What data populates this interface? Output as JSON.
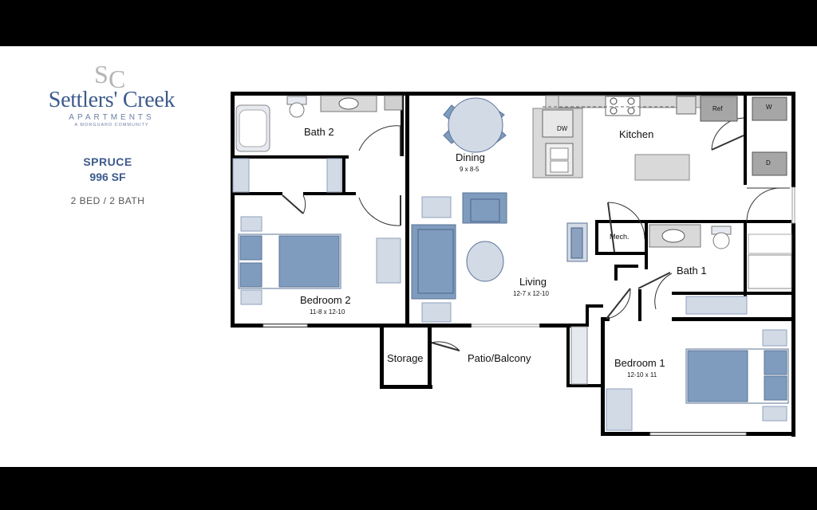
{
  "brand": {
    "monogram": "SC",
    "name": "Settlers' Creek",
    "subtitle": "APARTMENTS",
    "tagline": "A MORGUARD COMMUNITY"
  },
  "plan": {
    "name": "SPRUCE",
    "area": "996 SF",
    "beds_baths": "2 BED / 2 BATH"
  },
  "rooms": {
    "bath2": "Bath 2",
    "dining": "Dining",
    "dining_dim": "9 x 8-5",
    "kitchen": "Kitchen",
    "dw": "DW",
    "ref": "Ref",
    "washer": "W",
    "dryer": "D",
    "mech": "Mech.",
    "bath1": "Bath 1",
    "living": "Living",
    "living_dim": "12-7 x 12-10",
    "bedroom2": "Bedroom 2",
    "bedroom2_dim": "11-8 x 12-10",
    "storage": "Storage",
    "patio": "Patio/Balcony",
    "bedroom1": "Bedroom 1",
    "bedroom1_dim": "12-10 x 11"
  },
  "colors": {
    "wall": "#000000",
    "furniture_blue": "#7f9cbf",
    "furniture_light": "#d2dae6",
    "furniture_outline": "#5a7396",
    "counter": "#d9d9d9",
    "appliance": "#a6a6a6",
    "brand_blue": "#3d5a8c"
  }
}
